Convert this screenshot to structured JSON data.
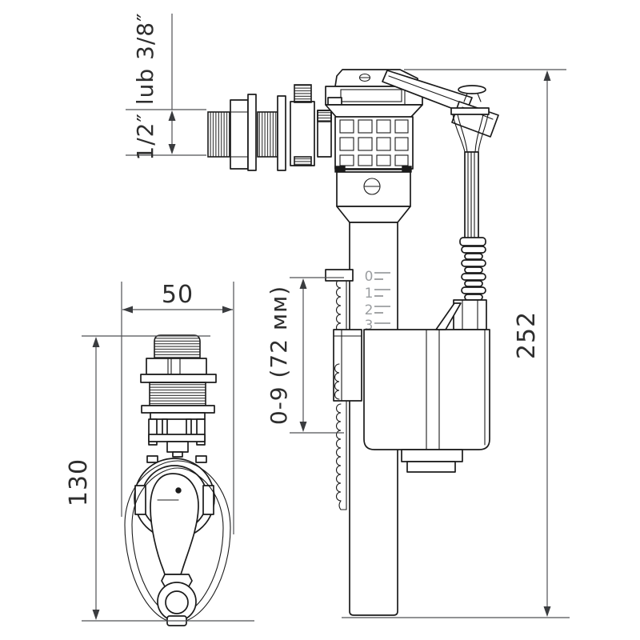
{
  "drawing": {
    "kind": "technical-dimension-drawing",
    "subject": "toilet cistern side-inlet fill valve with float",
    "dimension_labels": {
      "inlet_thread": "1/2″ lub 3/8″",
      "float_width": "50",
      "float_height": "130",
      "total_height": "252",
      "adjustment_range": "0-9 (72 мм)"
    },
    "scale_marks": [
      "0",
      "1",
      "2",
      "3"
    ],
    "colors": {
      "outline": "#1b1b1b",
      "dimension_lines": "#4f5155",
      "scale_marks": "#9b9ea1",
      "background": "#ffffff"
    }
  }
}
